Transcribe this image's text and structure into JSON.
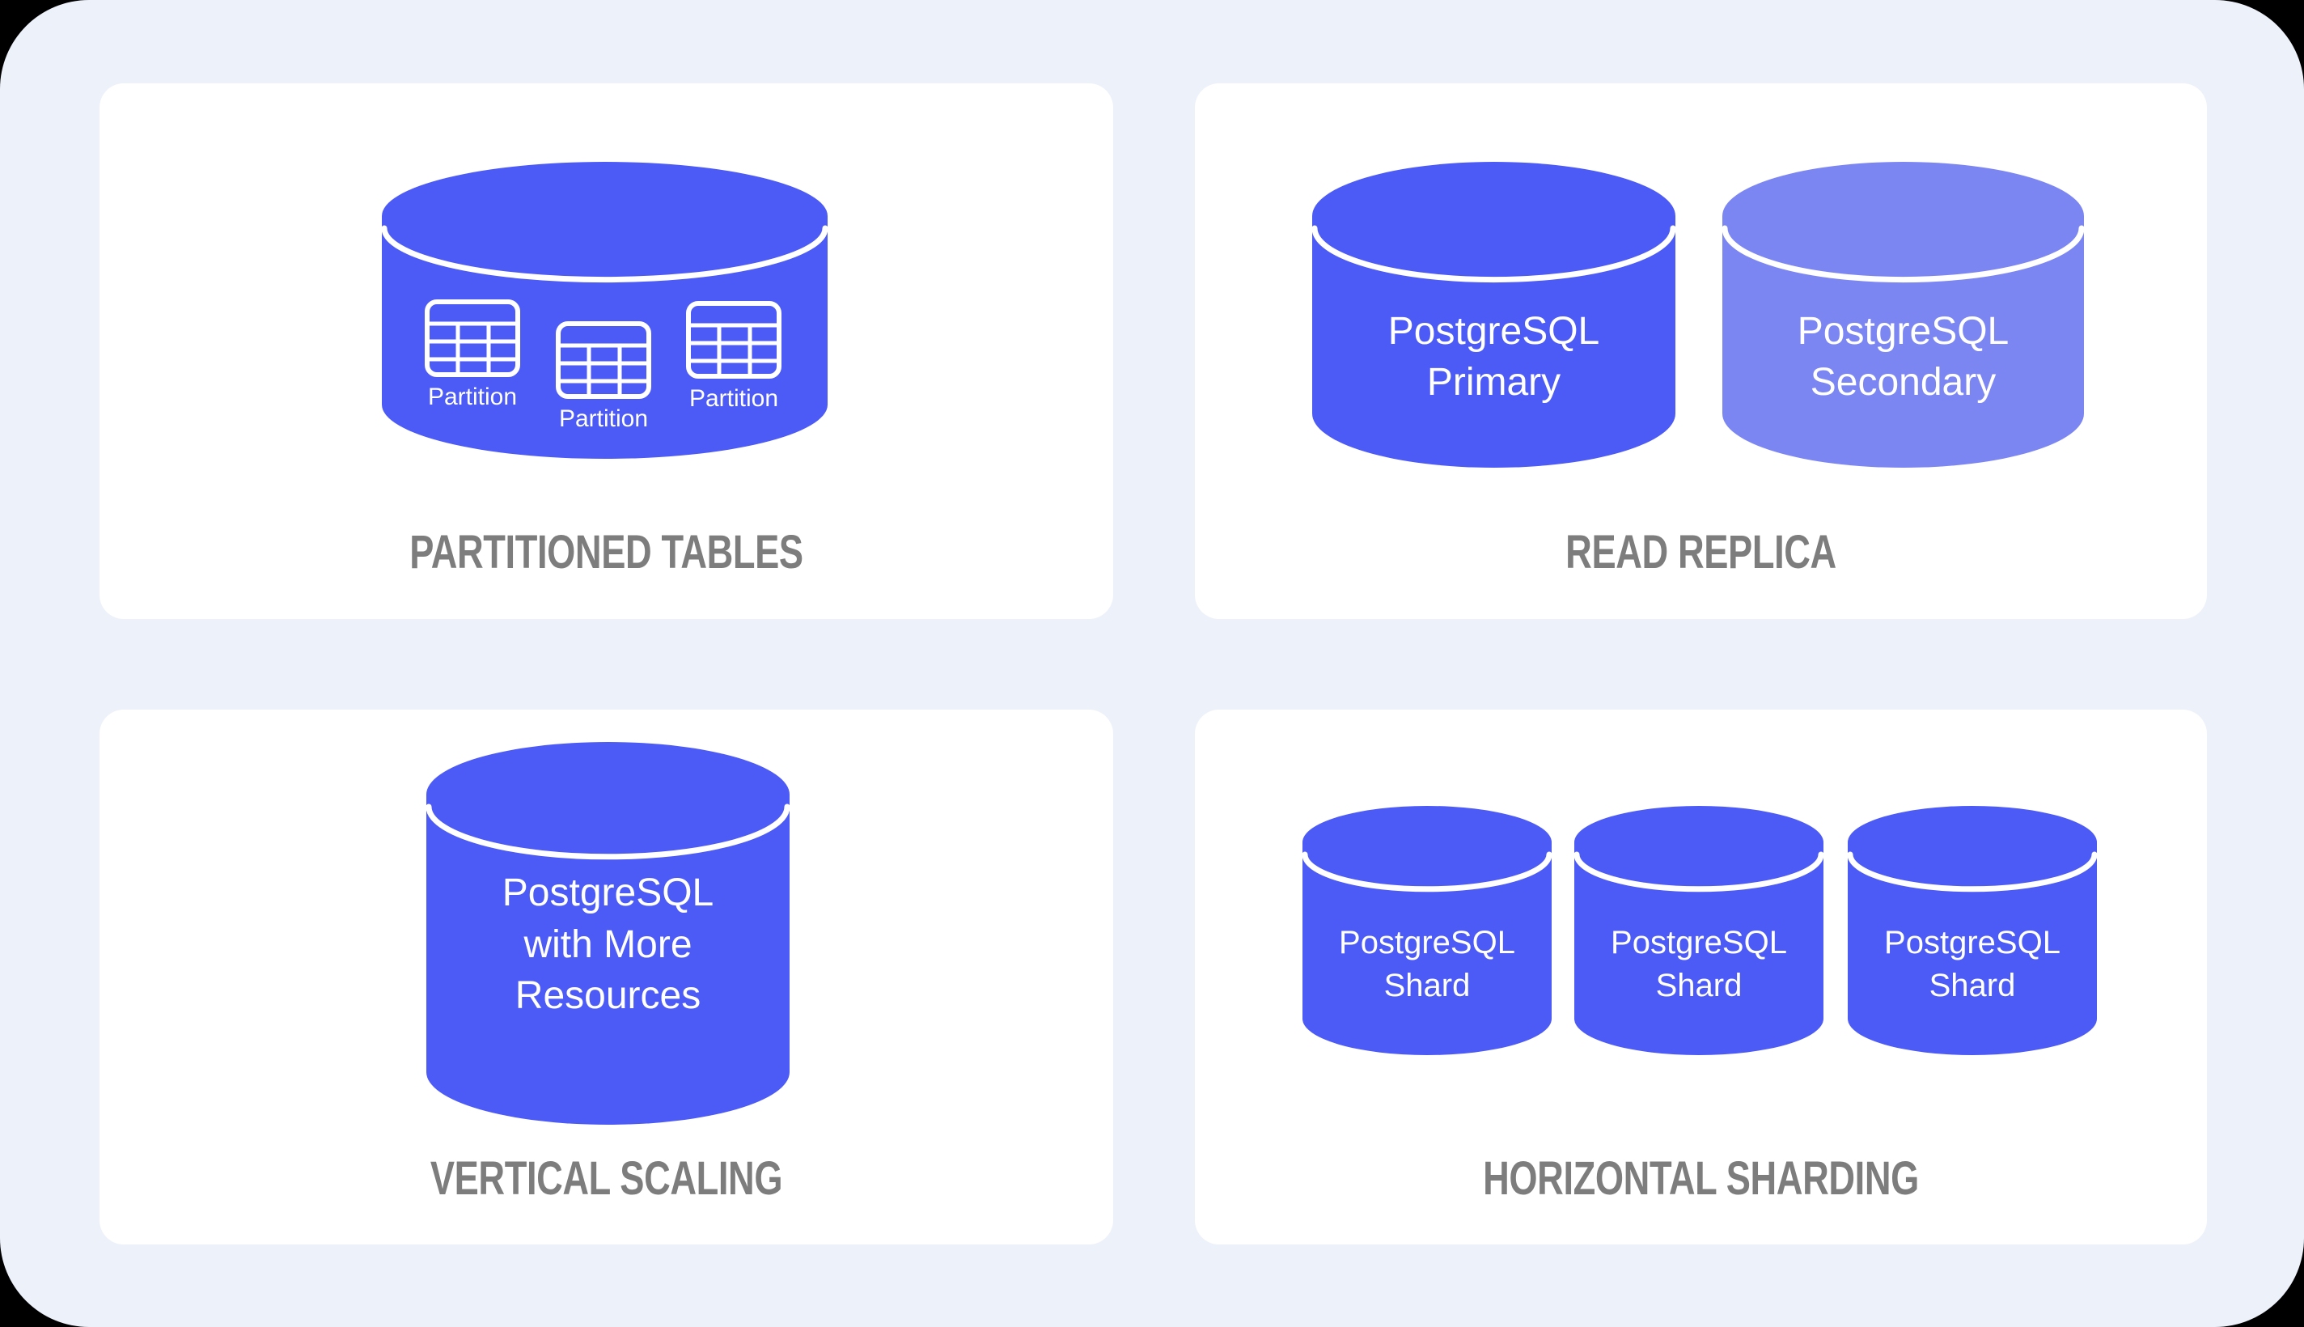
{
  "colors": {
    "outer_background": "#000000",
    "canvas_background": "#EDF1F9",
    "card_background": "#FFFFFF",
    "primary_blue": "#4C5AF6",
    "secondary_blue": "#7C86F3",
    "title_gray": "#7D7D7D",
    "label_white": "#FFFFFF"
  },
  "cards": {
    "partitioned_tables": {
      "title": "PARTITIONED TABLES",
      "partitions": [
        "Partition",
        "Partition",
        "Partition"
      ]
    },
    "read_replica": {
      "title": "READ REPLICA",
      "primary_label": "PostgreSQL\nPrimary",
      "secondary_label": "PostgreSQL\nSecondary"
    },
    "vertical_scaling": {
      "title": "VERTICAL SCALING",
      "label": "PostgreSQL\nwith More\nResources"
    },
    "horizontal_sharding": {
      "title": "HORIZONTAL SHARDING",
      "shards": [
        "PostgreSQL\nShard",
        "PostgreSQL\nShard",
        "PostgreSQL\nShard"
      ]
    }
  }
}
